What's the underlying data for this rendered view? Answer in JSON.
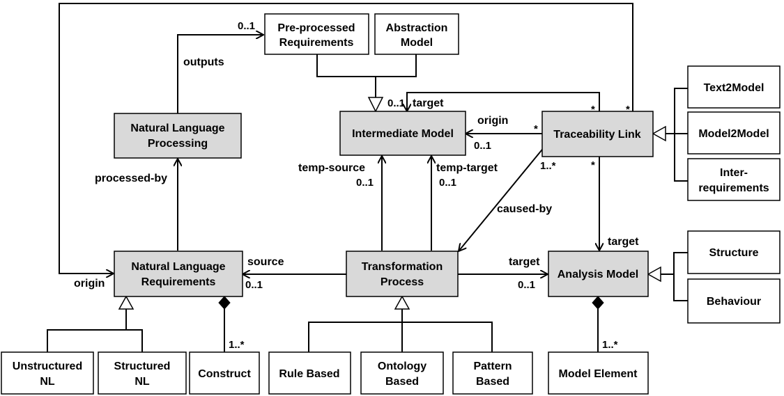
{
  "classes": {
    "nl_processing": [
      "Natural Language",
      "Processing"
    ],
    "preprocessed": [
      "Pre-processed",
      "Requirements"
    ],
    "abstraction": [
      "Abstraction",
      "Model"
    ],
    "intermediate": "Intermediate Model",
    "traceability": "Traceability Link",
    "text2model": "Text2Model",
    "model2model": "Model2Model",
    "interreq": [
      "Inter-",
      "requirements"
    ],
    "nl_requirements": [
      "Natural Language",
      "Requirements"
    ],
    "transformation": [
      "Transformation",
      "Process"
    ],
    "analysis": "Analysis Model",
    "structure": "Structure",
    "behaviour": "Behaviour",
    "unstructured": [
      "Unstructured",
      "NL"
    ],
    "structured": [
      "Structured",
      "NL"
    ],
    "construct": "Construct",
    "rule_based": "Rule Based",
    "ontology": [
      "Ontology",
      "Based"
    ],
    "pattern": [
      "Pattern",
      "Based"
    ],
    "model_element": "Model Element"
  },
  "labels": {
    "outputs": "outputs",
    "processed_by": "processed-by",
    "origin_left": "origin",
    "origin_trace": "origin",
    "target_trace_intermediate": "target",
    "temp_source": "temp-source",
    "temp_target": "temp-target",
    "caused_by": "caused-by",
    "source": "source",
    "target_analysis": "target",
    "target_trace_analysis": "target"
  },
  "multiplicities": {
    "preprocessed_0_1": "0..1",
    "intermediate_target_0_1": "0..1",
    "trace_top_star": "*",
    "trace_outer_star": "*",
    "trace_origin_star": "*",
    "intermediate_origin_0_1": "0..1",
    "trace_1_star": "1..*",
    "trace_analysis_star": "*",
    "temp_source_0_1": "0..1",
    "temp_target_0_1": "0..1",
    "source_0_1": "0..1",
    "analysis_0_1": "0..1",
    "construct_1_star": "1..*",
    "model_element_1_star": "1..*"
  }
}
